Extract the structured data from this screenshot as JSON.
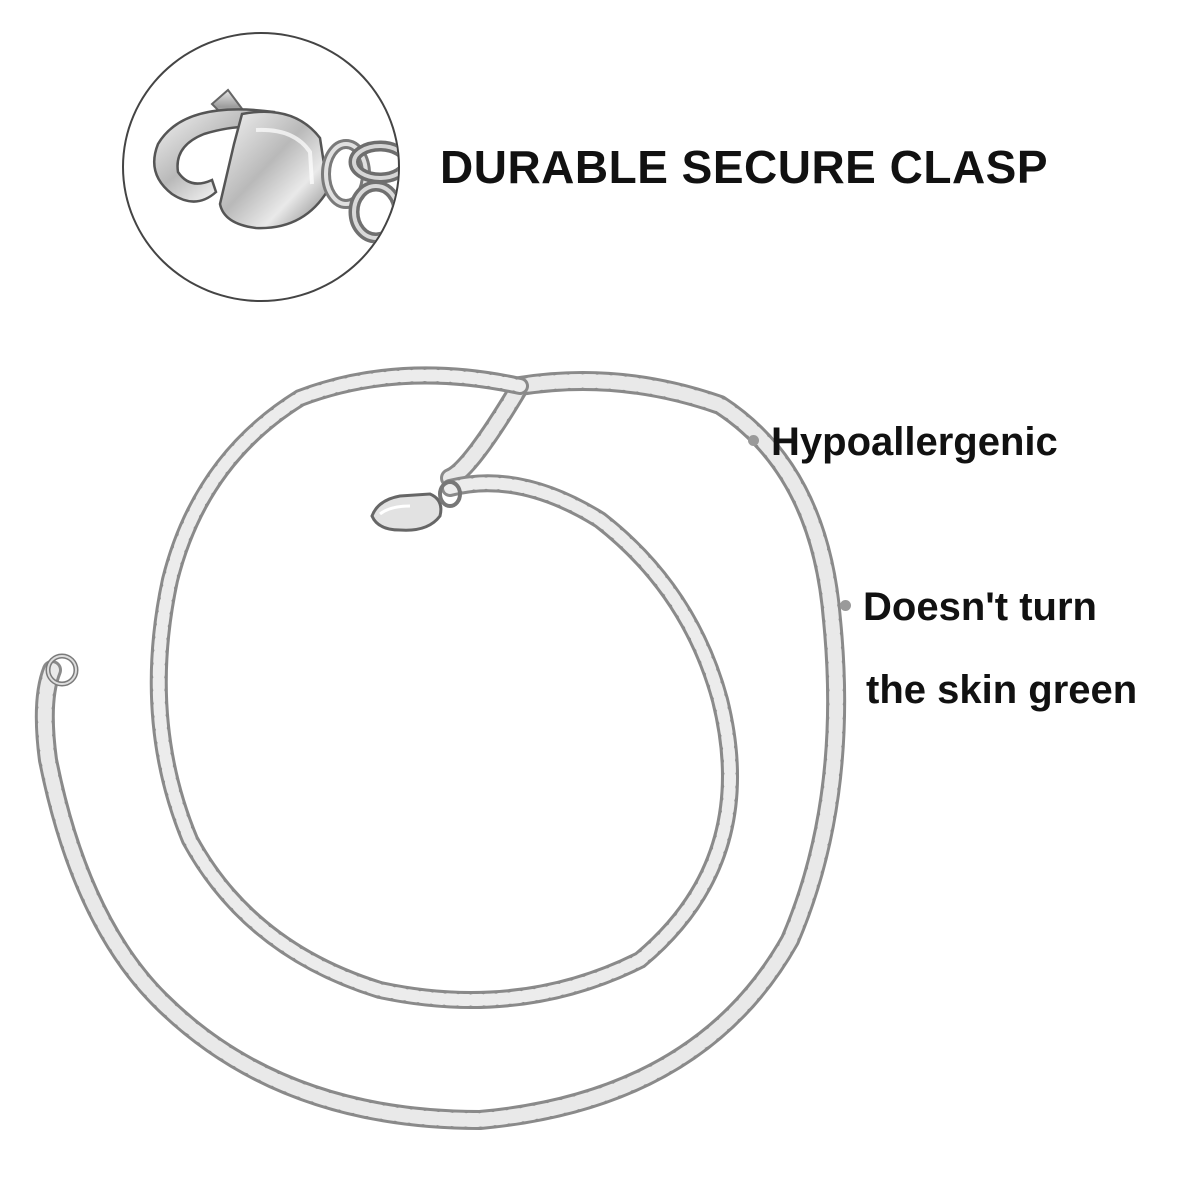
{
  "headline": "DURABLE SECURE CLASP",
  "features": [
    {
      "line1": "Hypoallergenic"
    },
    {
      "line1": "Doesn't turn",
      "line2": "the skin green"
    }
  ],
  "colors": {
    "background": "#ffffff",
    "text": "#111111",
    "bullet": "#9a9a9a",
    "chain_metal": "#c8c8c8",
    "chain_shadow": "#8a8a8a"
  },
  "icons": [
    "lobster-clasp-icon",
    "curb-chain-necklace"
  ]
}
